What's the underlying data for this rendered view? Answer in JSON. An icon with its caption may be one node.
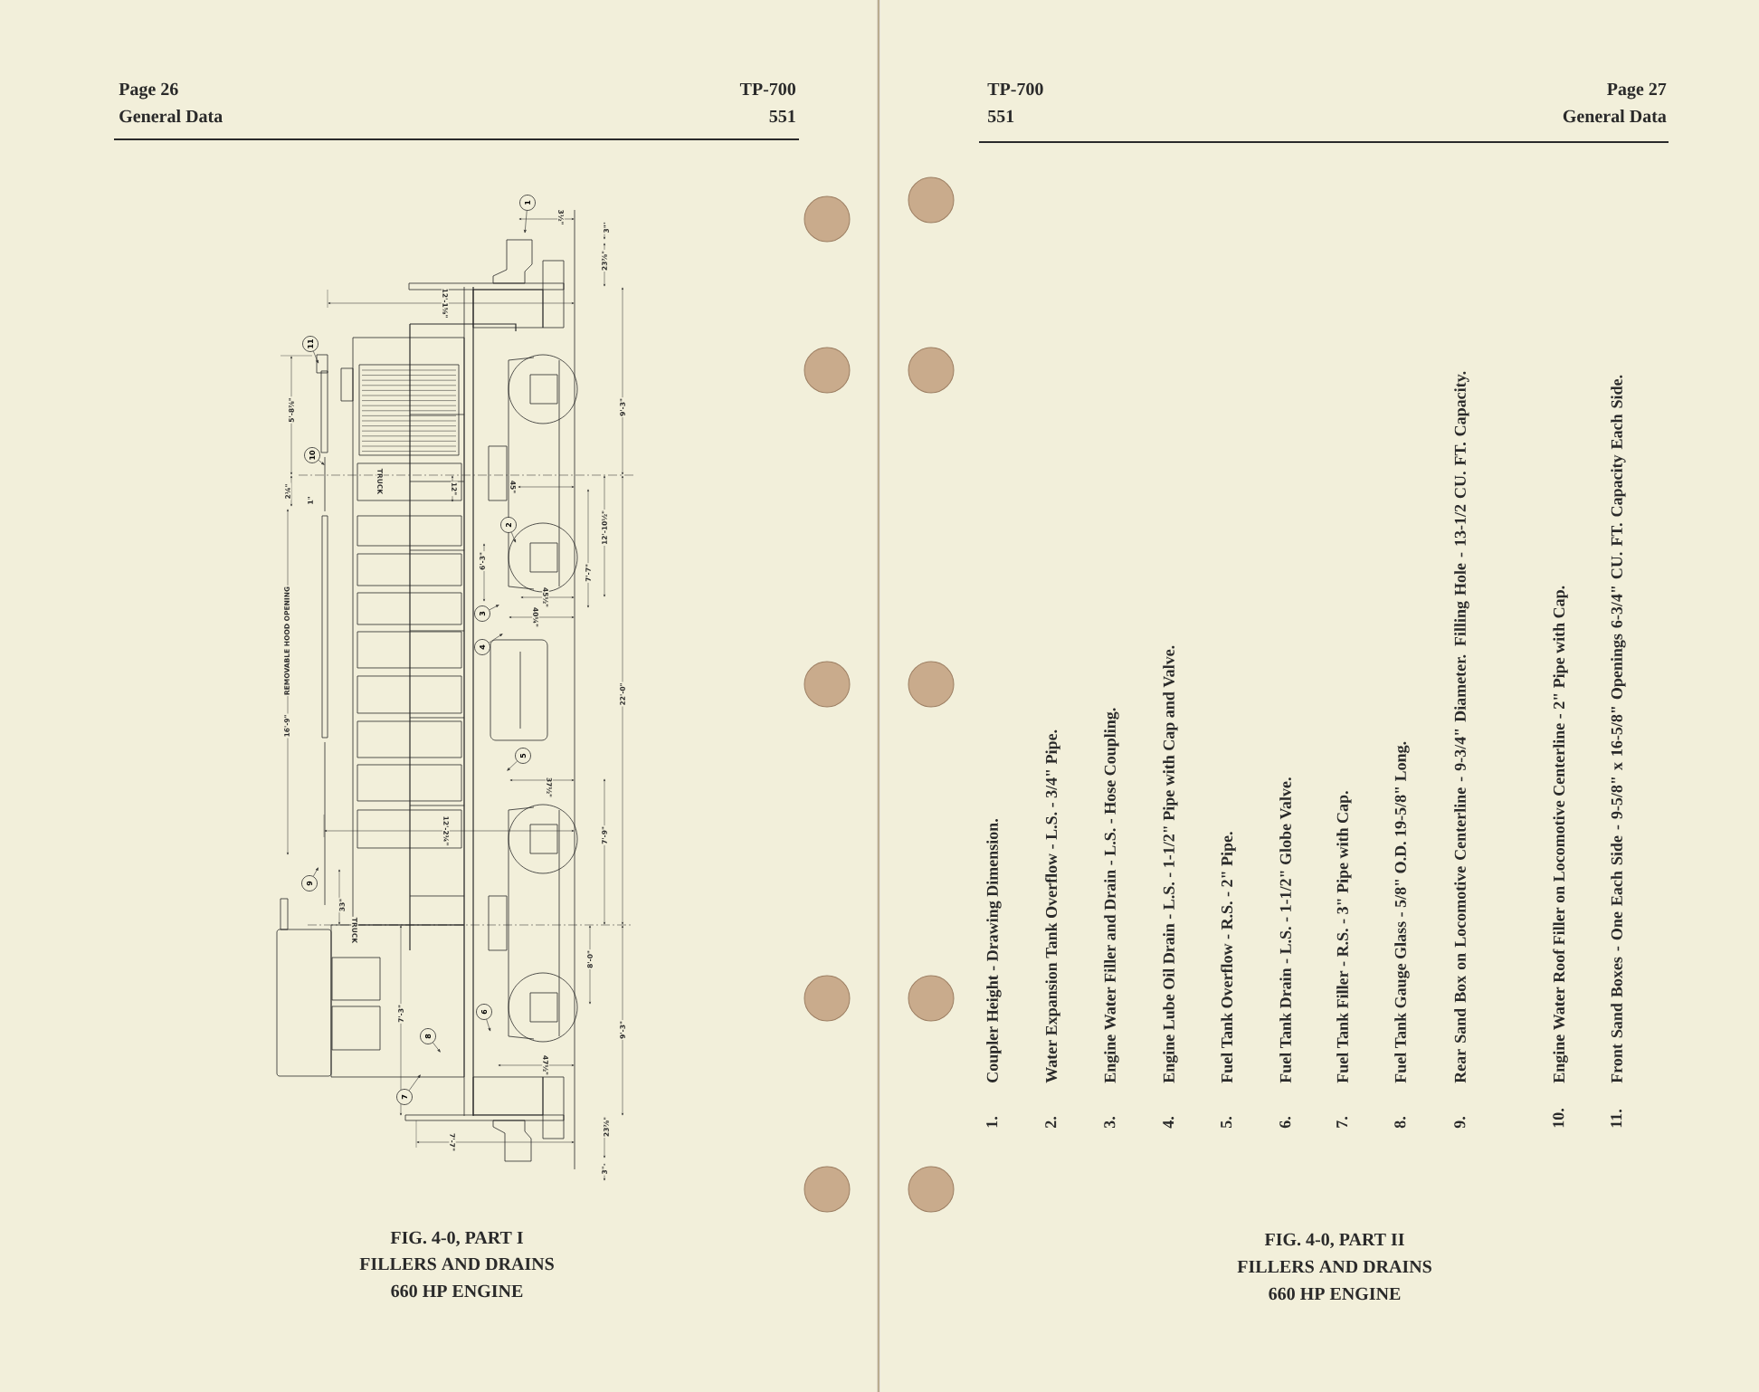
{
  "diagram": {
    "nodes": [
      {
        "text": [
          "1"
        ]
      },
      {
        "text": [
          "11"
        ]
      },
      {
        "text": [
          "10"
        ]
      },
      {
        "text": [
          "2"
        ]
      },
      {
        "text": [
          "3"
        ]
      },
      {
        "text": [
          "4"
        ]
      },
      {
        "text": [
          "5"
        ]
      },
      {
        "text": [
          "9"
        ]
      },
      {
        "text": [
          "6"
        ]
      },
      {
        "text": [
          "8"
        ]
      },
      {
        "text": [
          "7"
        ]
      }
    ],
    "edges": [
      {
        "from": 0,
        "to": null,
        "arrow": "to"
      },
      {
        "from": 1,
        "to": null,
        "arrow": "to"
      },
      {
        "from": 2,
        "to": null,
        "arrow": "to"
      },
      {
        "from": 3,
        "to": null,
        "arrow": "to"
      },
      {
        "from": 4,
        "to": null,
        "arrow": "to"
      },
      {
        "from": 5,
        "to": null,
        "arrow": "to"
      },
      {
        "from": 6,
        "to": null,
        "arrow": "to"
      },
      {
        "from": 7,
        "to": null,
        "arrow": "to"
      },
      {
        "from": 8,
        "to": null,
        "arrow": "to"
      },
      {
        "from": 9,
        "to": null,
        "arrow": "to"
      },
      {
        "from": 10,
        "to": null,
        "arrow": "to"
      }
    ],
    "labels": [
      "Page 26",
      "General Data",
      "TP-700",
      "551",
      "3½\"",
      "3\"",
      "23⅞\"",
      "12'-1⅝\"",
      "5'-8⅞\"",
      "9'-3\"",
      "1\"",
      "2¼\"",
      "TRUCK",
      "12\"",
      "45\"",
      "12'-10½\"",
      "6'-3\"",
      "45½\"",
      "7'-7\"",
      "40¼\"",
      "REMOVABLE HOOD OPENING",
      "16'-9\"",
      "22'-0\"",
      "37½\"",
      "12'-2¼\"",
      "7'-9\"",
      "33\"",
      "TRUCK",
      "8'-0\"",
      "7'-3\"",
      "9'-3\"",
      "47½\"",
      "7'-7\"",
      "23⅞\"",
      "3\"",
      "FIG. 4-0, PART I",
      "FILLERS AND DRAINS",
      "660 HP ENGINE",
      "TP-700",
      "551",
      "Page 27",
      "General Data",
      "1.",
      "Coupler Height - Drawing Dimension.",
      "2.",
      "Water Expansion Tank Overflow - L.S. - 3/4\" Pipe.",
      "3.",
      "Engine Water Filler and Drain - L.S. - Hose Coupling.",
      "4.",
      "Engine Lube Oil Drain - L.S. - 1-1/2\" Pipe with Cap and Valve.",
      "5.",
      "Fuel Tank Overflow - R.S. - 2\" Pipe.",
      "6.",
      "Fuel Tank Drain - L.S. - 1-1/2\" Globe Valve.",
      "7.",
      "Fuel Tank Filler - R.S. - 3\" Pipe with Cap.",
      "8.",
      "Fuel Tank Gauge Glass - 5/8\" O.D. 19-5/8\" Long.",
      "9.",
      "Rear Sand Box on Locomotive Centerline - 9-3/4\" Diameter. Filling Hole - 13-1/2 CU. FT. Capacity.",
      "10.",
      "Engine Water Roof Filler on Locomotive Centerline - 2\" Pipe with Cap.",
      "11.",
      "Front Sand Boxes - One Each Side - 9-5/8\" x 16-5/8\" Openings 6-3/4\" CU. FT. Capacity Each Side.",
      "FIG. 4-0, PART II",
      "FILLERS AND DRAINS",
      "660 HP ENGINE"
    ]
  }
}
